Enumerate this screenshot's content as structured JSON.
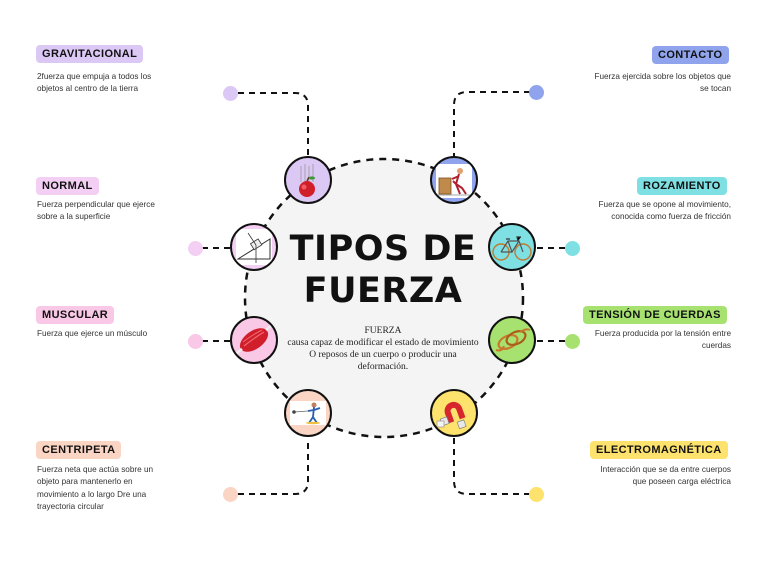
{
  "center": {
    "title_line1": "TIPOS DE",
    "title_line2": "FUERZA",
    "heading": "FUERZA",
    "description": "causa capaz de modificar el estado de movimiento O reposos de un cuerpo o producir una deformación."
  },
  "colors": {
    "gravitacional": "#dcc8f5",
    "normal": "#f3cff3",
    "muscular": "#f8c8e6",
    "centripeta": "#fbd5c4",
    "contacto": "#8fa4ec",
    "rozamiento": "#7fe0e3",
    "tension": "#a7e271",
    "electromagnetica": "#fde26d"
  },
  "topics": {
    "gravitacional": {
      "label": "GRAVITACIONAL",
      "icon": "apple-falling-icon",
      "desc": [
        "2fuerza que empuja a todos los",
        "objetos al centro de la tierra"
      ]
    },
    "normal": {
      "label": "NORMAL",
      "icon": "inclined-plane-icon",
      "desc": [
        "Fuerza perpendicular que ejerce",
        "sobre a la superficie"
      ]
    },
    "muscular": {
      "label": "MUSCULAR",
      "icon": "muscle-icon",
      "desc": [
        "Fuerza que ejerce un músculo"
      ]
    },
    "centripeta": {
      "label": "CENTRIPETA",
      "icon": "hammer-throw-icon",
      "desc": [
        "Fuerza neta que actúa sobre un",
        "objeto para mantenerlo en",
        "movimiento a lo largo Dre una",
        "trayectoria circular"
      ]
    },
    "contacto": {
      "label": "CONTACTO",
      "icon": "person-pushing-box-icon",
      "desc": [
        "Fuerza ejercida sobre los objetos que",
        "se tocan"
      ]
    },
    "rozamiento": {
      "label": "ROZAMIENTO",
      "icon": "bicycle-icon",
      "desc": [
        "Fuerza que se opone al movimiento,",
        "conocida como fuerza de fricción"
      ]
    },
    "tension": {
      "label": "TENSIÓN DE CUERDAS",
      "icon": "rope-icon",
      "desc": [
        "Fuerza producida por la tensión entre",
        "cuerdas"
      ]
    },
    "electromagnetica": {
      "label": "ELECTROMAGNÉTICA",
      "icon": "magnet-icon",
      "desc": [
        "Interacción que se da entre cuerpos",
        "que poseen carga eléctrica"
      ]
    }
  }
}
